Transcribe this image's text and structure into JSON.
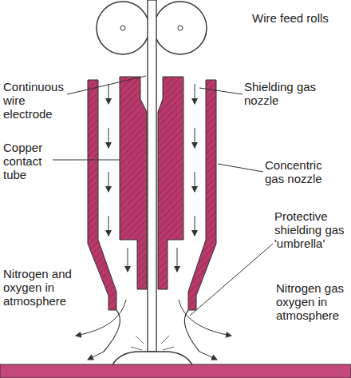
{
  "diagram": {
    "labels": [
      "Wire feed rolls",
      "Continuous wire electrode",
      "Shielding gas nozzle",
      "Copper contact tube",
      "Concentric gas nozzle",
      "Protective shielding gas 'umbrella'",
      "Nitrogen and oxygen in atmosphere",
      "Nitrogen gas oxygen in atmosphere"
    ]
  }
}
